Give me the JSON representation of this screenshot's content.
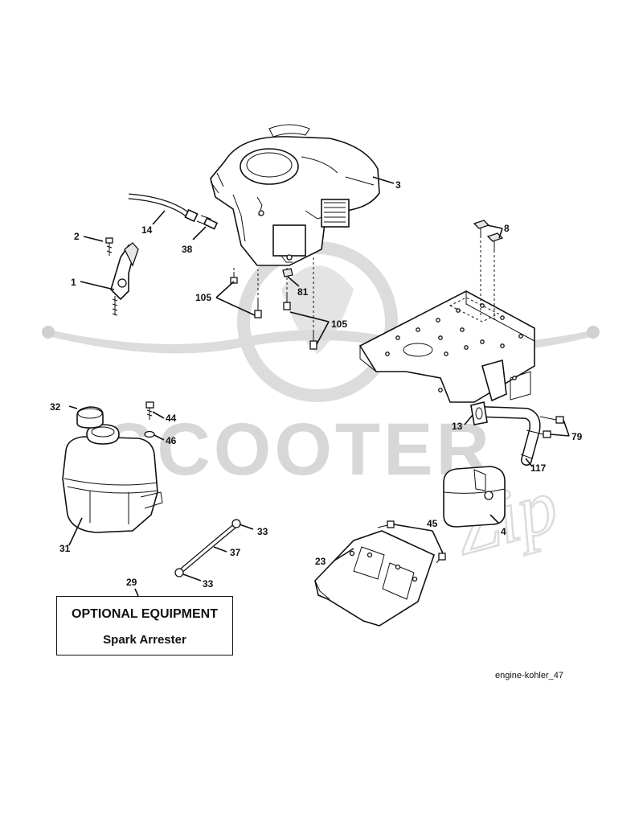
{
  "diagram": {
    "parts": [
      "1",
      "2",
      "3",
      "4",
      "8",
      "13",
      "14",
      "23",
      "29",
      "31",
      "32",
      "33",
      "33",
      "37",
      "38",
      "44",
      "45",
      "46",
      "79",
      "81",
      "105",
      "105",
      "117"
    ],
    "optional_box": {
      "title": "OPTIONAL EQUIPMENT",
      "subtitle": "Spark Arrester"
    },
    "caption": "engine-kohler_47",
    "watermark": {
      "brand": "SCOOTER",
      "script": "Zip"
    },
    "colors": {
      "line": "#111111",
      "watermark": "#d7d7d7",
      "background": "#ffffff"
    }
  }
}
